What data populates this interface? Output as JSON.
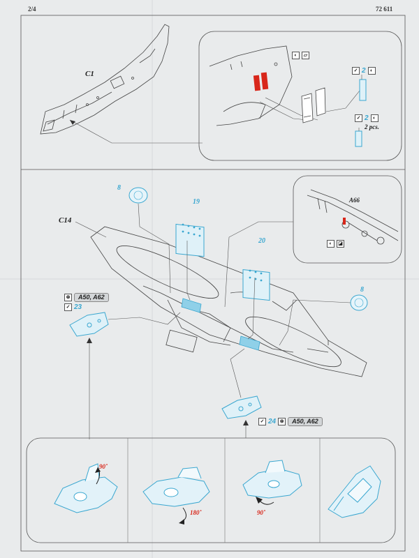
{
  "header": {
    "page": "2/4",
    "code": "72 611"
  },
  "top": {
    "part_c1": "C1",
    "step_upper_count": "2",
    "step_lower_count": "2",
    "step_lower_qty": "2 pcs."
  },
  "middle": {
    "part_8_left": "8",
    "part_19": "19",
    "part_20": "20",
    "part_8_right": "8",
    "part_c14": "C14",
    "part_a66": "A66",
    "part_23": "23",
    "part_24": "24",
    "remove_left": "A50, A62",
    "remove_right": "A50, A62"
  },
  "bottom": {
    "angle_1": "90˚",
    "angle_2": "180˚",
    "angle_3": "90˚"
  },
  "colors": {
    "pe_blue": "#3aa7d0",
    "red_part": "#d8261a",
    "paper": "#e9ebec"
  }
}
